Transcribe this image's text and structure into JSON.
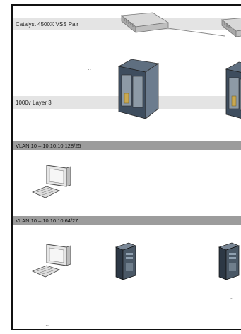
{
  "layers": {
    "core_label": "Catalyst 4500X VSS Pair",
    "distribution_label": "1000v Layer 3",
    "vlan_a_label": "VLAN 10 – 10.10.10.128/25",
    "vlan_b_label": "VLAN 10 – 10.10.10.64/27"
  },
  "devices": [
    {
      "type": "switch",
      "icon": "network-switch-icon"
    },
    {
      "type": "switch",
      "icon": "network-switch-icon"
    },
    {
      "type": "rack-server",
      "icon": "rack-server-icon"
    },
    {
      "type": "rack-server",
      "icon": "rack-server-icon"
    },
    {
      "type": "workstation",
      "icon": "workstation-icon"
    },
    {
      "type": "workstation",
      "icon": "workstation-icon"
    },
    {
      "type": "tower-server",
      "icon": "tower-server-icon"
    },
    {
      "type": "tower-server",
      "icon": "tower-server-icon"
    }
  ],
  "colors": {
    "frame": "#111111",
    "light_band": "#e4e4e4",
    "dark_band": "#9c9c9c"
  }
}
